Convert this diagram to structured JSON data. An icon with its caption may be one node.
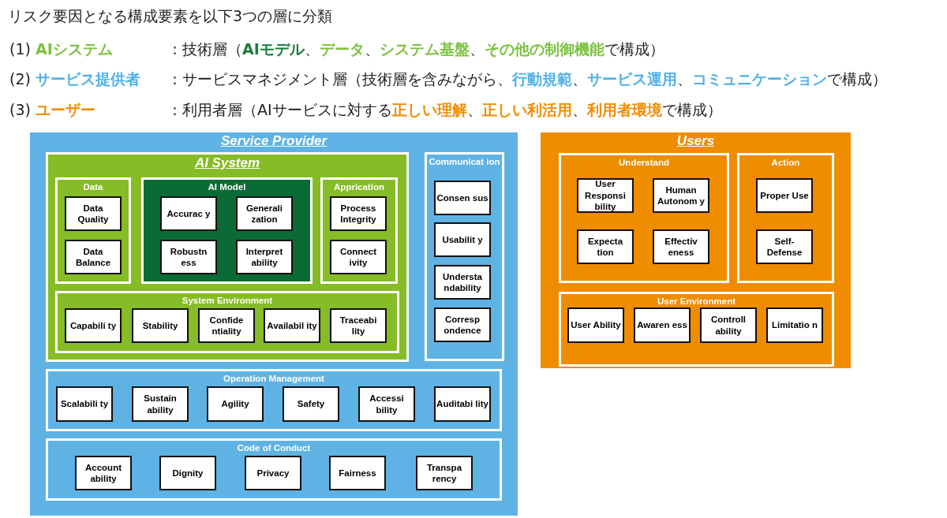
{
  "diagram": {
    "title": "リスク要因となる構成要素を以下3つの層に分類",
    "nodes": [
      {
        "text": [
          "Service Provider"
        ]
      },
      {
        "text": [
          "AI System"
        ],
        "in": 0
      },
      {
        "text": [
          "Data"
        ],
        "in": 1
      },
      {
        "text": [
          "Data Quality"
        ],
        "in": 2
      },
      {
        "text": [
          "Data Balance"
        ],
        "in": 2
      },
      {
        "text": [
          "AI Model"
        ],
        "in": 1
      },
      {
        "text": [
          "Accurac y"
        ],
        "in": 5
      },
      {
        "text": [
          "Generali zation"
        ],
        "in": 5
      },
      {
        "text": [
          "Robustn ess"
        ],
        "in": 5
      },
      {
        "text": [
          "Interpret ability"
        ],
        "in": 5
      },
      {
        "text": [
          "Apprication"
        ],
        "in": 1
      },
      {
        "text": [
          "Process Integrity"
        ],
        "in": 10
      },
      {
        "text": [
          "Connect ivity"
        ],
        "in": 10
      },
      {
        "text": [
          "System Environment"
        ],
        "in": 1
      },
      {
        "text": [
          "Capabili ty"
        ],
        "in": 13
      },
      {
        "text": [
          "Stability"
        ],
        "in": 13
      },
      {
        "text": [
          "Confide ntiality"
        ],
        "in": 13
      },
      {
        "text": [
          "Availabil ity"
        ],
        "in": 13
      },
      {
        "text": [
          "Traceabi lity"
        ],
        "in": 13
      },
      {
        "text": [
          "Communicat ion"
        ],
        "in": 0
      },
      {
        "text": [
          "Consen sus"
        ],
        "in": 19
      },
      {
        "text": [
          "Usabilit y"
        ],
        "in": 19
      },
      {
        "text": [
          "Understa ndability"
        ],
        "in": 19
      },
      {
        "text": [
          "Corresp ondence"
        ],
        "in": 19
      },
      {
        "text": [
          "Operation Management"
        ],
        "in": 0
      },
      {
        "text": [
          "Scalabili ty"
        ],
        "in": 24
      },
      {
        "text": [
          "Sustain ability"
        ],
        "in": 24
      },
      {
        "text": [
          "Agility"
        ],
        "in": 24
      },
      {
        "text": [
          "Safety"
        ],
        "in": 24
      },
      {
        "text": [
          "Accessi bility"
        ],
        "in": 24
      },
      {
        "text": [
          "Auditabi lity"
        ],
        "in": 24
      },
      {
        "text": [
          "Code of Conduct"
        ],
        "in": 0
      },
      {
        "text": [
          "Account ability"
        ],
        "in": 31
      },
      {
        "text": [
          "Dignity"
        ],
        "in": 31
      },
      {
        "text": [
          "Privacy"
        ],
        "in": 31
      },
      {
        "text": [
          "Fairness"
        ],
        "in": 31
      },
      {
        "text": [
          "Transpa rency"
        ],
        "in": 31
      },
      {
        "text": [
          "Users"
        ]
      },
      {
        "text": [
          "Understand"
        ],
        "in": 37
      },
      {
        "text": [
          "User Responsi bility"
        ],
        "in": 38
      },
      {
        "text": [
          "Human Autonom y"
        ],
        "in": 38
      },
      {
        "text": [
          "Expecta tion"
        ],
        "in": 38
      },
      {
        "text": [
          "Effectiv eness"
        ],
        "in": 38
      },
      {
        "text": [
          "Action"
        ],
        "in": 37
      },
      {
        "text": [
          "Proper Use"
        ],
        "in": 43
      },
      {
        "text": [
          "Self-Defense"
        ],
        "in": 43
      },
      {
        "text": [
          "User Environment"
        ],
        "in": 37
      },
      {
        "text": [
          "User Ability"
        ],
        "in": 46
      },
      {
        "text": [
          "Awaren ess"
        ],
        "in": 46
      },
      {
        "text": [
          "Controll ability"
        ],
        "in": 46
      },
      {
        "text": [
          "Limitatio n"
        ],
        "in": 46
      }
    ],
    "labels": [
      "(1) **AIシステム**",
      "：技術層（**AIモデル**、**データ**、**システム基盤**、**その他の制御機能**で構成）",
      "(2) **サービス提供者**",
      "：サービスマネジメント層（技術層を含みながら、**行動規範**、**サービス運用**、**コミュニケーション**で構成）",
      "(3) **ユーザー**",
      "：利用者層（AIサービスに対する**正しい理解**、**正しい利活用**、**利用者環境**で構成）"
    ]
  }
}
